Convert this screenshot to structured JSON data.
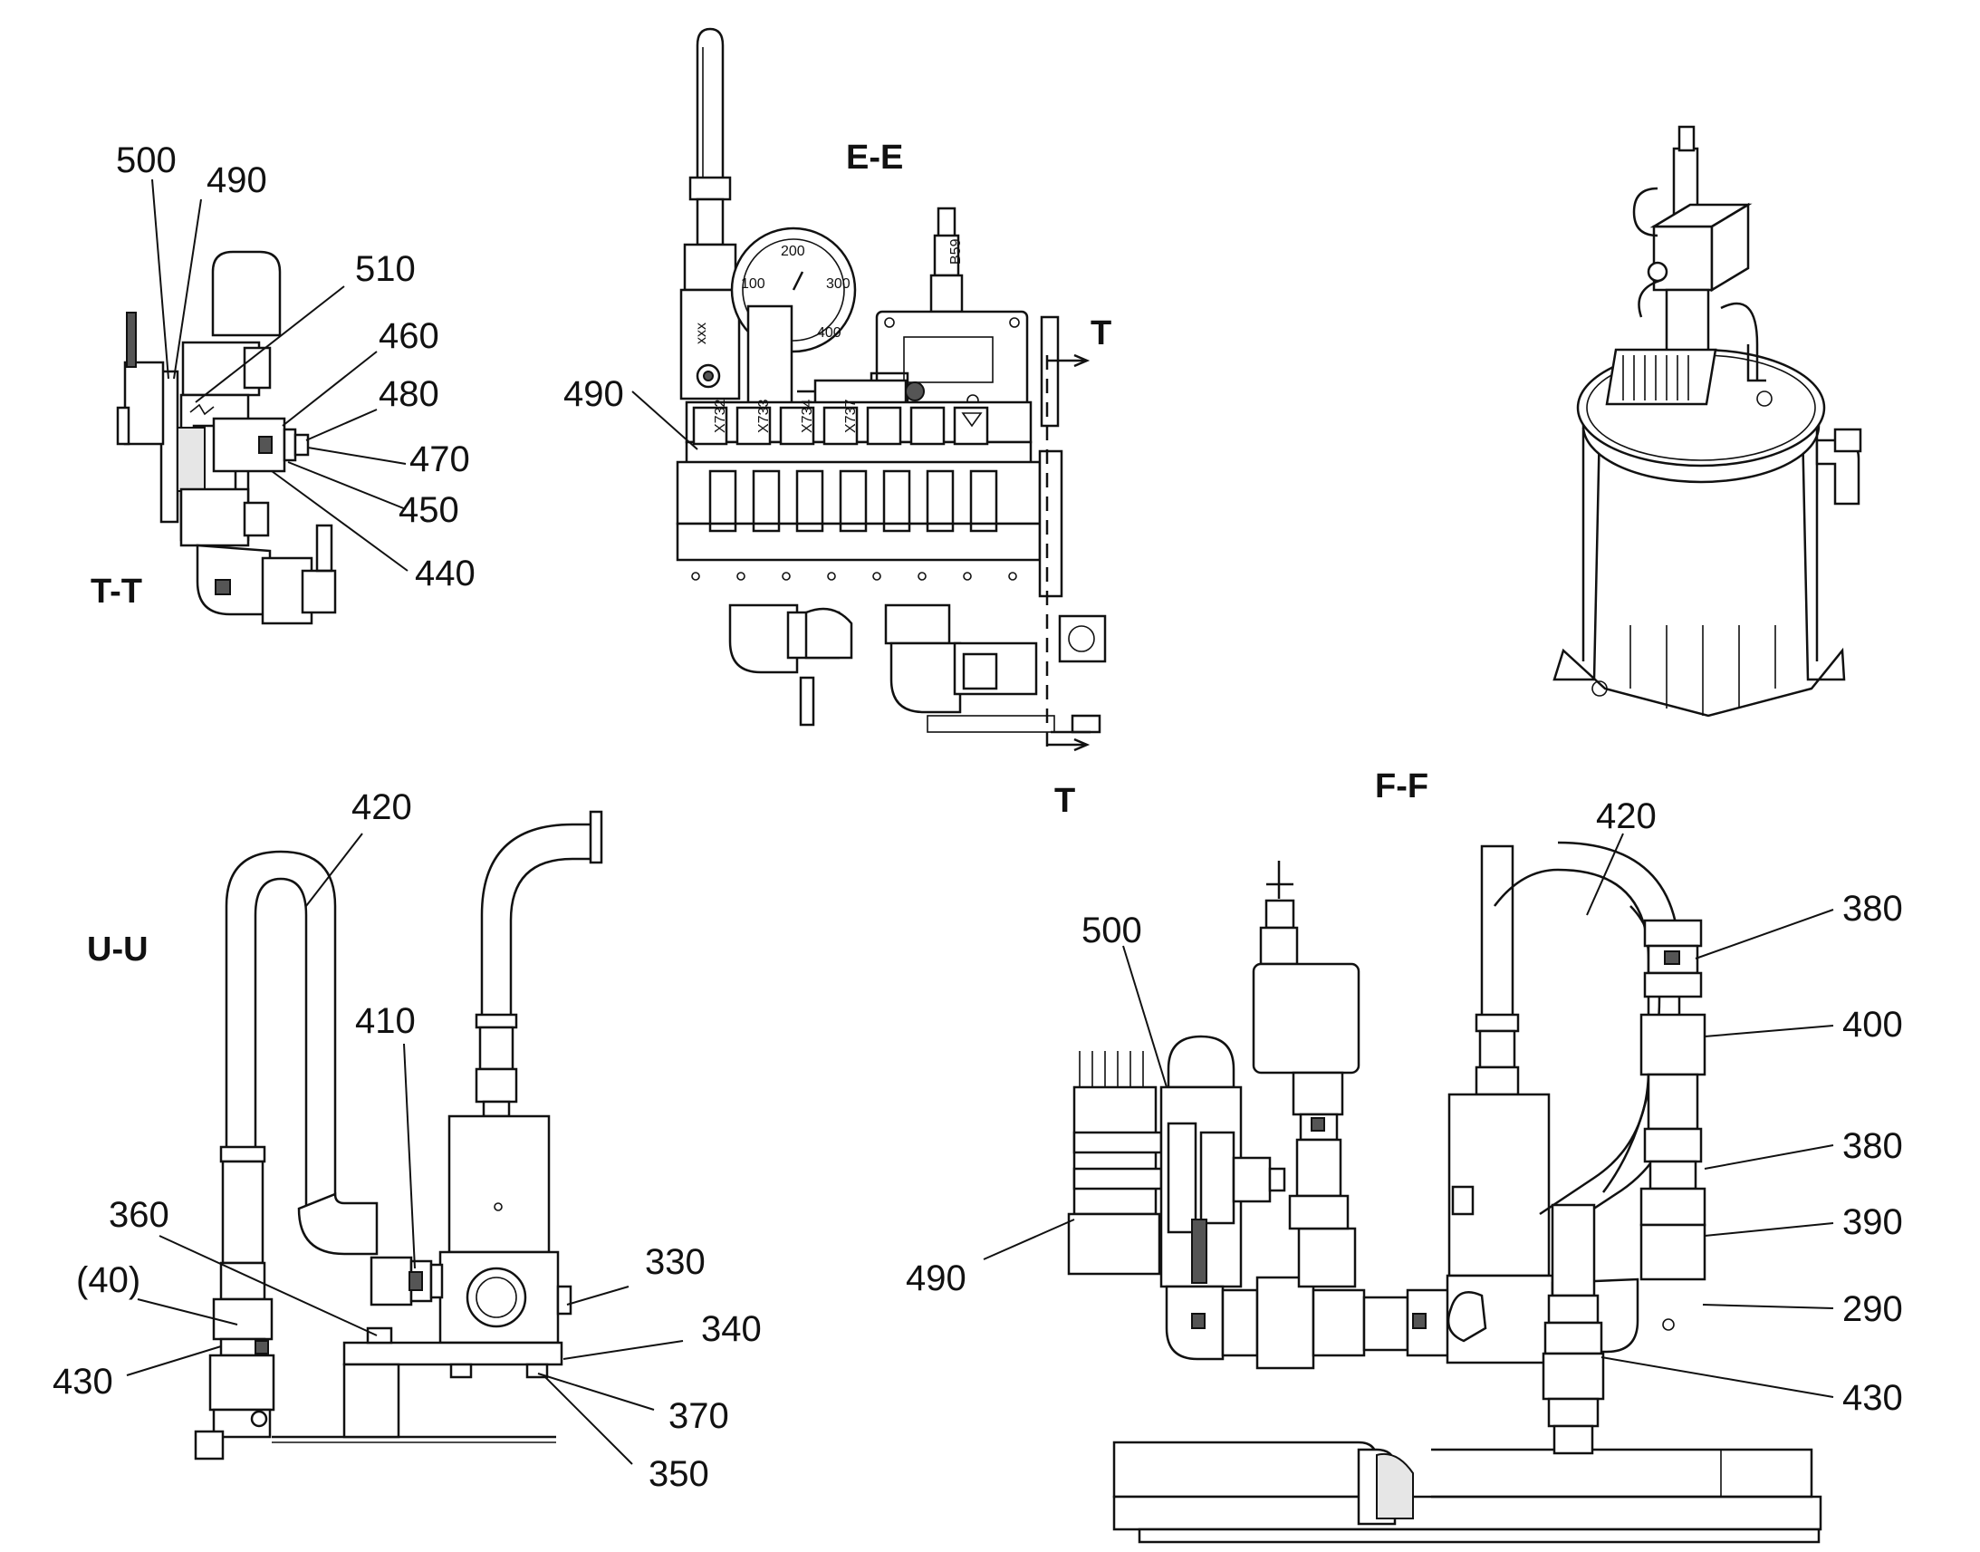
{
  "sections": {
    "tt": "T-T",
    "ee": "E-E",
    "uu": "U-U",
    "ff": "F-F",
    "t_top": "T",
    "t_bottom": "T"
  },
  "labels": {
    "tt": [
      "500",
      "490",
      "510",
      "460",
      "480",
      "470",
      "450",
      "440"
    ],
    "ee": [
      "490"
    ],
    "uu": [
      "420",
      "410",
      "360",
      "(40)",
      "430",
      "330",
      "340",
      "370",
      "350"
    ],
    "ff": [
      "500",
      "490",
      "420",
      "380",
      "400",
      "380",
      "390",
      "290",
      "430"
    ]
  },
  "module_tags": [
    "X732",
    "X733",
    "X734",
    "X737"
  ],
  "gauge_ticks": [
    "100",
    "200",
    "300",
    "400"
  ],
  "sensor_tag": "B59"
}
